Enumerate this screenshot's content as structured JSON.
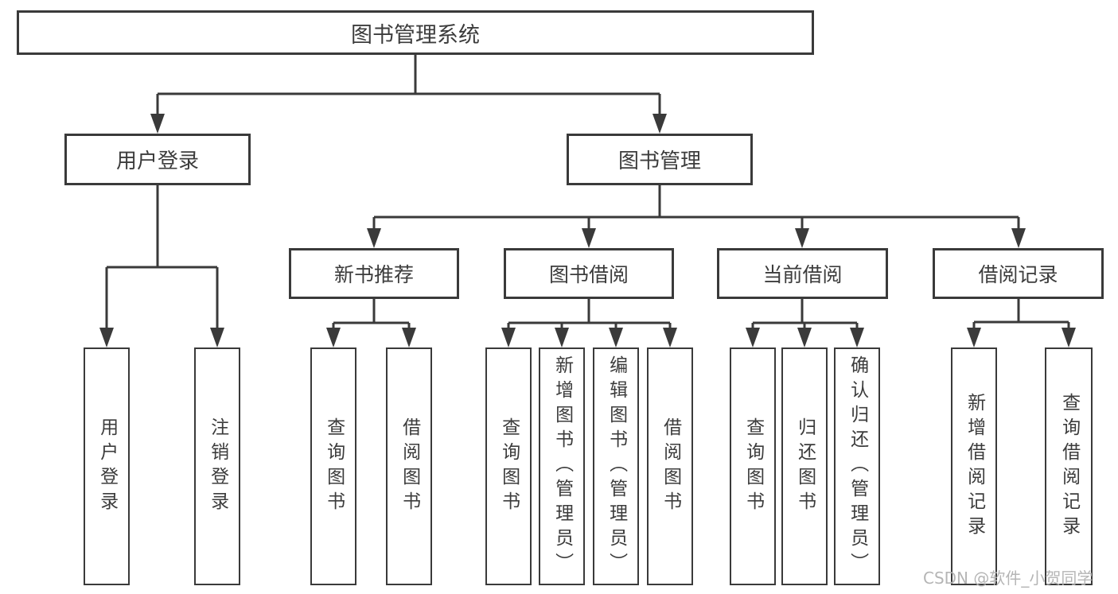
{
  "diagram_title": "图书管理系统",
  "tree": {
    "root": {
      "label": "图书管理系统"
    },
    "level2": [
      {
        "label": "用户登录",
        "children": [
          "用户登录",
          "注销登录"
        ]
      },
      {
        "label": "图书管理",
        "children": [
          "新书推荐",
          "图书借阅",
          "当前借阅",
          "借阅记录"
        ]
      }
    ],
    "level3": [
      {
        "label": "新书推荐",
        "children": [
          "查询图书",
          "借阅图书"
        ]
      },
      {
        "label": "图书借阅",
        "children": [
          "查询图书",
          "新增图书（管理员）",
          "编辑图书（管理员）",
          "借阅图书"
        ]
      },
      {
        "label": "当前借阅",
        "children": [
          "查询图书",
          "归还图书",
          "确认归还（管理员）"
        ]
      },
      {
        "label": "借阅记录",
        "children": [
          "新增借阅记录",
          "查询借阅记录"
        ]
      }
    ]
  },
  "watermark": {
    "text": "CSDN @软件_小贺同学",
    "color": "#b5b5b5"
  },
  "colors": {
    "line": "#3a3a3a",
    "node_border": "#3a3a3a",
    "node_text": "#3c3c3c",
    "background": "#ffffff"
  }
}
